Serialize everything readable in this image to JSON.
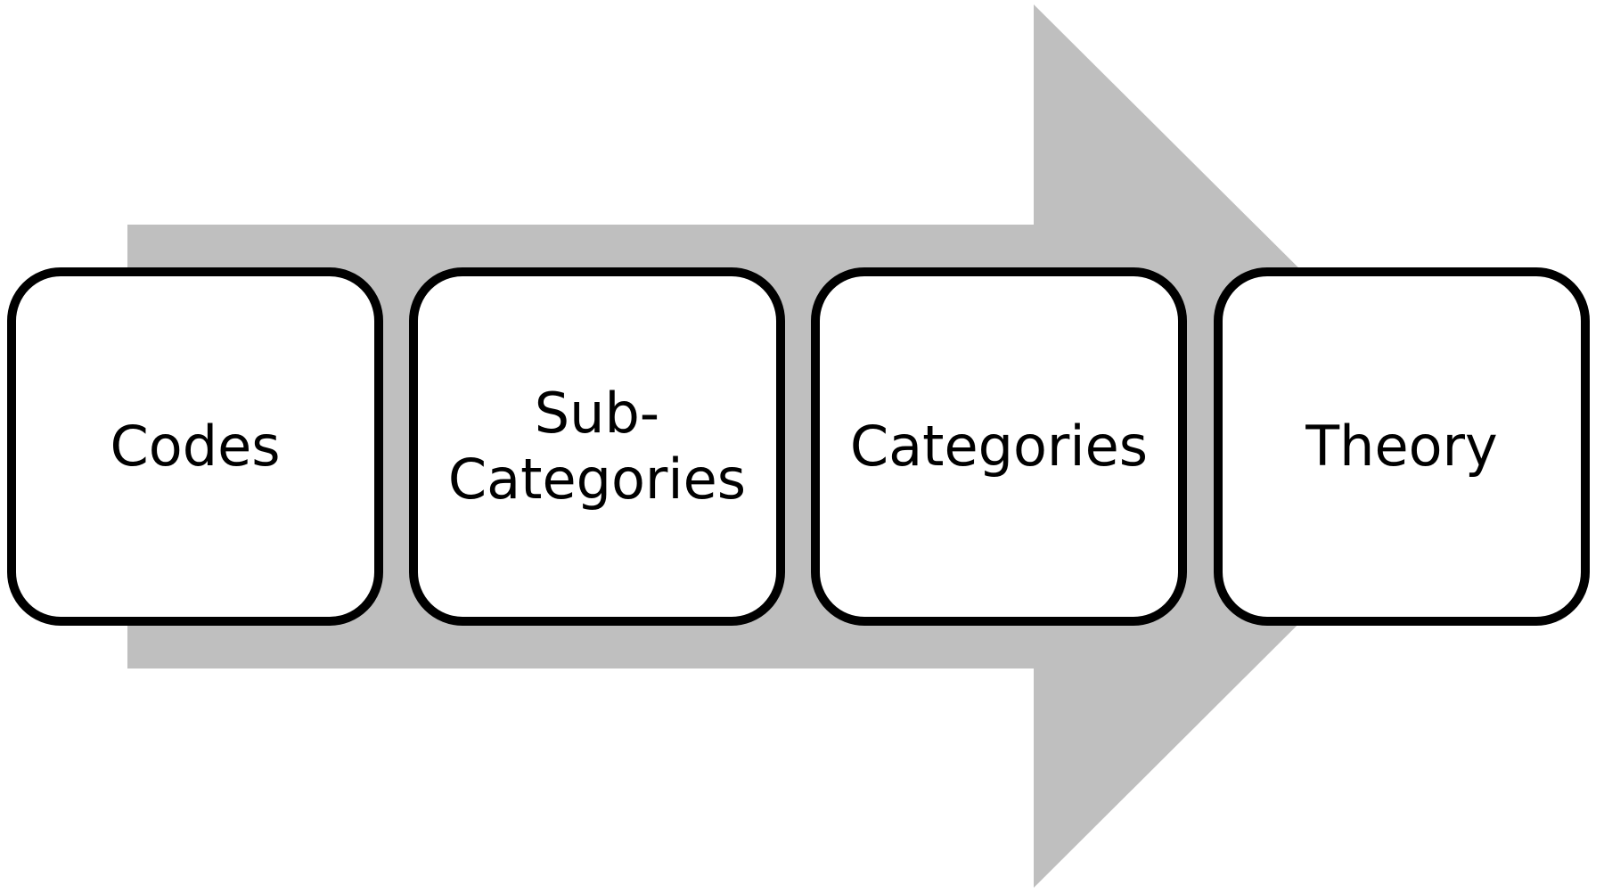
{
  "colors": {
    "arrow": "#bfbfbf",
    "box_border": "#000000",
    "box_fill": "#ffffff",
    "text": "#000000"
  },
  "steps": [
    {
      "label": "Codes"
    },
    {
      "label": "Sub-\nCategories"
    },
    {
      "label": "Categories"
    },
    {
      "label": "Theory"
    }
  ]
}
